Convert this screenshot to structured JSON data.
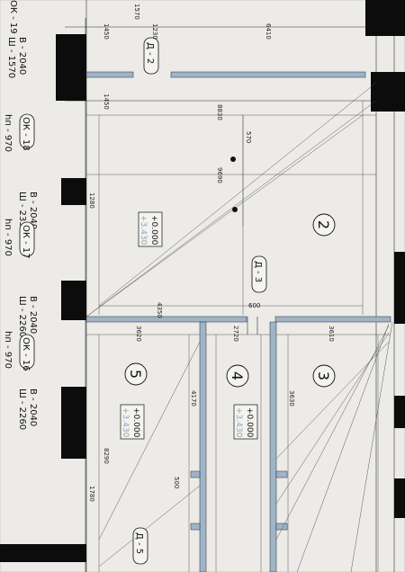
{
  "windows": [
    {
      "tag": "ОК - 19",
      "h": "В - 2040",
      "w": "Ш - 1570",
      "sill": ""
    },
    {
      "tag": "ОК - 18",
      "h": "В - 2040",
      "w": "Ш - 2350",
      "sill": "hп - 970"
    },
    {
      "tag": "ОК - 17",
      "h": "В - 2040",
      "w": "Ш - 2260",
      "sill": "hп - 970"
    },
    {
      "tag": "ОК - 16",
      "h": "В - 2040",
      "w": "Ш - 2260",
      "sill": "hп - 970"
    }
  ],
  "rooms": [
    {
      "num": "2",
      "level": "+0.000",
      "level2": "+3.430"
    },
    {
      "num": "5",
      "level": "+0.000",
      "level2": "+3.430"
    },
    {
      "num": "4",
      "level": "+0.000",
      "level2": "+3.430"
    },
    {
      "num": "3",
      "level": "",
      "level2": ""
    }
  ],
  "doors": [
    "Д - 2",
    "Д - 3",
    "Д - 5"
  ],
  "dimensions": [
    "1230",
    "6410",
    "1450",
    "1450",
    "8830",
    "9690",
    "1280",
    "4350",
    "3620",
    "2720",
    "3610",
    "4170",
    "3630",
    "1780"
  ],
  "small_dims": [
    "1570",
    "570",
    "600",
    "500",
    "8290"
  ]
}
